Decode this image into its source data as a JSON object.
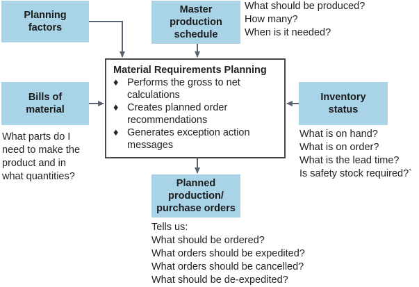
{
  "boxes": {
    "planning_factors": [
      "Planning",
      "factors"
    ],
    "master_schedule": [
      "Master",
      "production",
      "schedule"
    ],
    "bills_of_material": [
      "Bills of",
      "material"
    ],
    "inventory_status": [
      "Inventory",
      "status"
    ],
    "planned_orders": [
      "Planned",
      "production/",
      "purchase orders"
    ]
  },
  "mrp": {
    "title": "Material Requirements Planning",
    "bullet_symbol": "♦",
    "bullets": [
      [
        "Performs the gross to net",
        "calculations"
      ],
      [
        "Creates planned order",
        "recommendations"
      ],
      [
        "Generates exception action",
        "messages"
      ]
    ]
  },
  "notes": {
    "master": [
      "What should be produced?",
      "How many?",
      "When is it needed?"
    ],
    "bom": [
      "What parts do I",
      "need to make the",
      "product and in",
      "what quantities?"
    ],
    "inventory": [
      "What is on hand?",
      "What is on order?",
      "What is the lead time?",
      "Is safety stock required?`"
    ],
    "planned": [
      "Tells us:",
      "What should be ordered?",
      "What orders should be expedited?",
      "What orders should be cancelled?",
      "What should be de-expedited?"
    ]
  },
  "colors": {
    "box_fill": "#a9d4e8",
    "arrow": "#5a6470",
    "border": "#4a4a4a"
  }
}
